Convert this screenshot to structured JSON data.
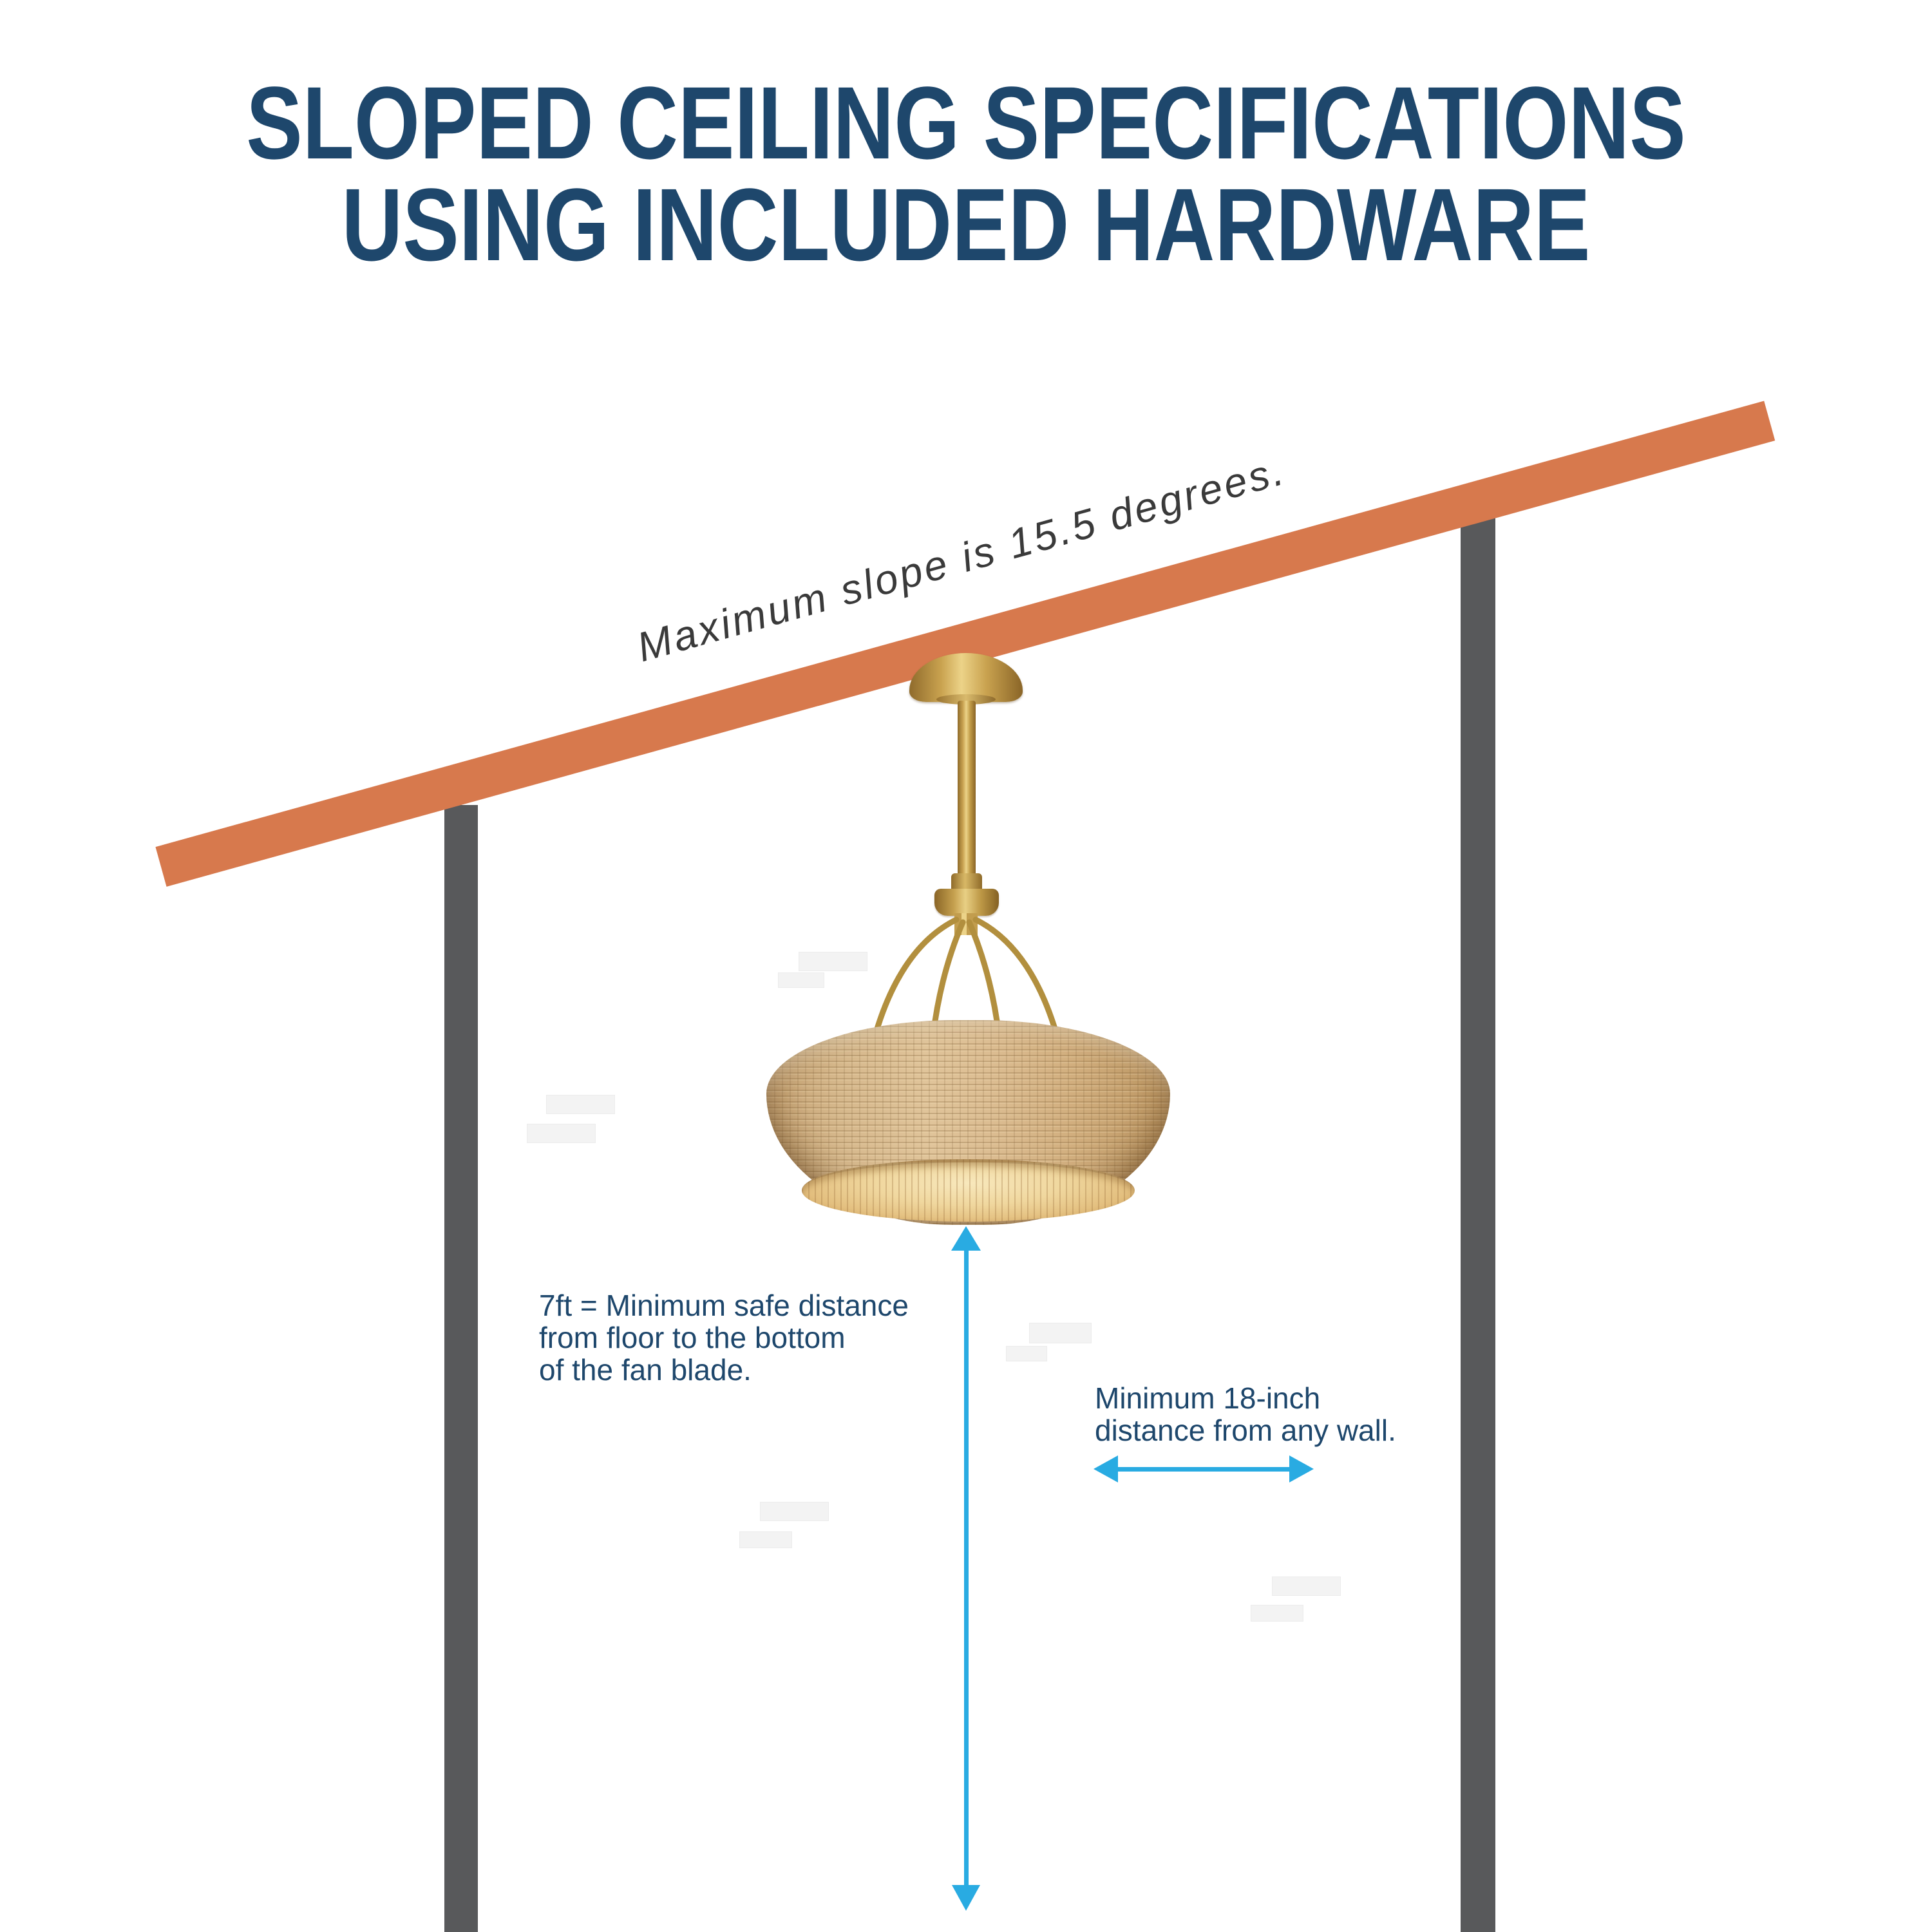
{
  "title": {
    "line1": "SLOPED CEILING SPECIFICATIONS",
    "line2": "USING INCLUDED HARDWARE"
  },
  "annotations": {
    "slope_label": "Maximum slope is 15.5 degrees.",
    "floor_note": {
      "lines": [
        "7ft = Minimum safe distance",
        "from floor to the bottom",
        "of the fan blade."
      ]
    },
    "wall_note": {
      "lines": [
        "Minimum 18-inch",
        "distance from any wall."
      ]
    }
  },
  "colors": {
    "title_navy": "#1E476C",
    "ceiling_orange": "#D7794D",
    "wall_gray": "#58595B",
    "arrow_blue": "#29ABE2",
    "slope_text_gray": "#3A3A3A",
    "brass": "#C9A24F",
    "wicker_tan": "#D9BA8E"
  }
}
